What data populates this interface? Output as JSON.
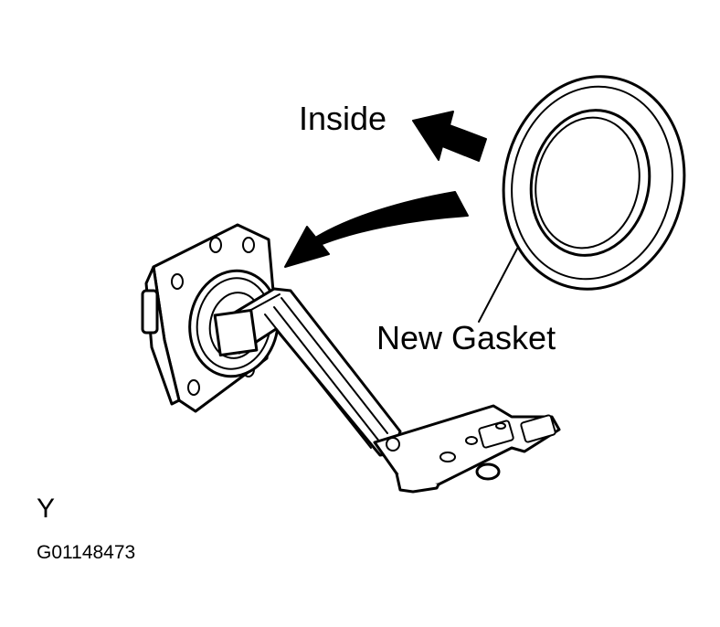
{
  "labels": {
    "inside": "Inside",
    "new_gasket": "New Gasket",
    "view_letter": "Y",
    "figure_code": "G01148473"
  },
  "colors": {
    "ink": "#000000",
    "paper": "#ffffff"
  }
}
